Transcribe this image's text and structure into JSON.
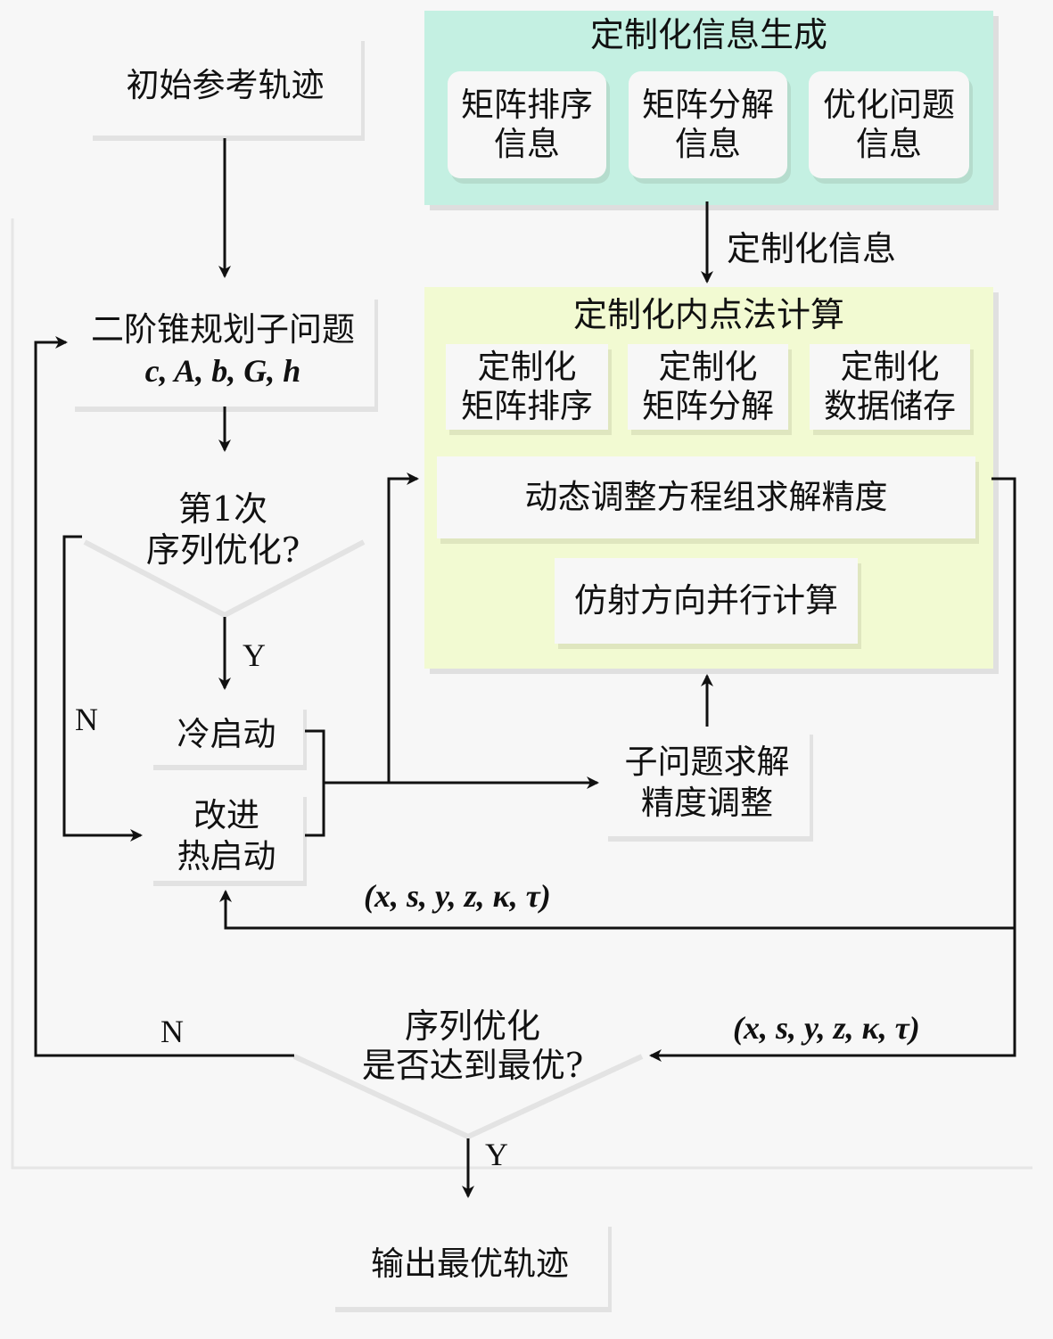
{
  "nodes": {
    "initial_trajectory": "初始参考轨迹",
    "socp_subproblem": "二阶锥规划子问题",
    "socp_params": "c, A, b, G, h",
    "first_seq_opt_line1": "第1次",
    "first_seq_opt_line2": "序列优化?",
    "cold_start": "冷启动",
    "warm_start_line1": "改进",
    "warm_start_line2": "热启动",
    "precision_adjust_line1": "子问题求解",
    "precision_adjust_line2": "精度调整",
    "converged_line1": "序列优化",
    "converged_line2": "是否达到最优?",
    "output": "输出最优轨迹"
  },
  "info_panel": {
    "title": "定制化信息生成",
    "items": [
      {
        "line1": "矩阵排序",
        "line2": "信息"
      },
      {
        "line1": "矩阵分解",
        "line2": "信息"
      },
      {
        "line1": "优化问题",
        "line2": "信息"
      }
    ],
    "color": "#c4f0e2"
  },
  "ipm_panel": {
    "title": "定制化内点法计算",
    "items": [
      {
        "line1": "定制化",
        "line2": "矩阵排序"
      },
      {
        "line1": "定制化",
        "line2": "矩阵分解"
      },
      {
        "line1": "定制化",
        "line2": "数据储存"
      }
    ],
    "dynamic_precision": "动态调整方程组求解精度",
    "affine_parallel": "仿射方向并行计算",
    "color": "#f2fad2"
  },
  "edge_labels": {
    "custom_info": "定制化信息",
    "yes1": "Y",
    "no1": "N",
    "yes2": "Y",
    "no2": "N",
    "solution_vars_1": "(x, s, y, z, κ, τ)",
    "solution_vars_2": "(x, s, y, z, κ, τ)"
  }
}
